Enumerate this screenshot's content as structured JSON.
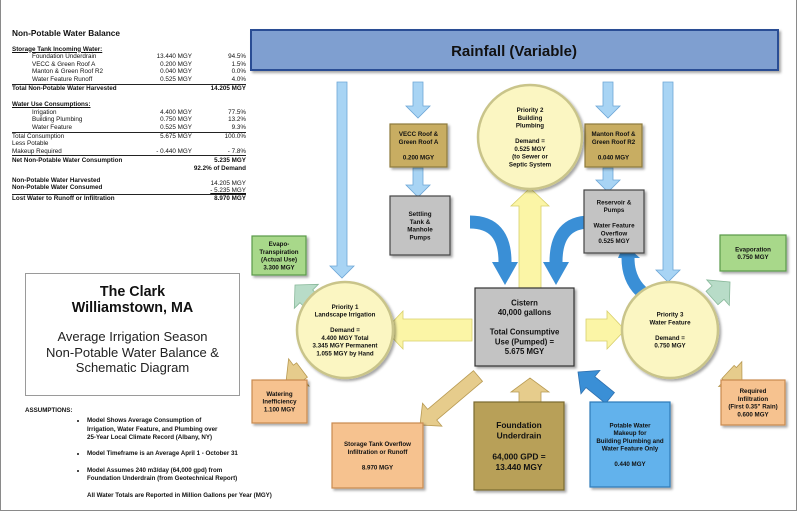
{
  "balance": {
    "title": "Non-Potable Water Balance",
    "incoming": {
      "heading": "Storage Tank Incoming Water:",
      "rows": [
        {
          "label": "Foundation Underdrain",
          "value": "13.440 MGY",
          "pct": "94.5%"
        },
        {
          "label": "VECC & Green Roof A",
          "value": "0.200 MGY",
          "pct": "1.5%"
        },
        {
          "label": "Manton & Green Roof R2",
          "value": "0.040 MGY",
          "pct": "0.0%"
        },
        {
          "label": "Water Feature Runoff",
          "value": "0.525 MGY",
          "pct": "4.0%"
        }
      ],
      "total_label": "Total Non-Potable Water Harvested",
      "total_value": "14.205 MGY"
    },
    "consumption": {
      "heading": "Water Use Consumptions:",
      "rows": [
        {
          "label": "Irrigation",
          "value": "4.400 MGY",
          "pct": "77.5%"
        },
        {
          "label": "Building Plumbing",
          "value": "0.750 MGY",
          "pct": "13.2%"
        },
        {
          "label": "Water Feature",
          "value": "0.525 MGY",
          "pct": "9.3%"
        }
      ],
      "total_label": "Total Consumption",
      "total_value": "5.675 MGY",
      "total_pct": "100.0%",
      "less_label_1": "Less Potable",
      "less_label_2": "Makeup Required",
      "less_value": "- 0.440 MGY",
      "less_pct": "- 7.8%"
    },
    "net": {
      "label": "Net Non-Potable Water Consumption",
      "value": "5.235 MGY",
      "pct_demand": "92.2% of Demand"
    },
    "lost": {
      "harvested_label": "Non-Potable Water Harvested",
      "harvested_value": "14.205 MGY",
      "consumed_label": "Non-Potable Water Consumed",
      "consumed_value": "- 5.235 MGY",
      "lost_label": "Lost Water to Runoff or Infiltration",
      "lost_value": "8.970 MGY"
    }
  },
  "title_box": {
    "line1": "The Clark",
    "line2": "Williamstown, MA",
    "line3": "Average Irrigation Season",
    "line4": "Non-Potable Water Balance &",
    "line5": "Schematic Diagram"
  },
  "assumptions": {
    "heading": "ASSUMPTIONS:",
    "items": [
      [
        "Model Shows Average Consumption of",
        "Irrigation, Water Feature, and Plumbing over",
        "25-Year Local Climate Record (Albany, NY)"
      ],
      [
        "Model Timeframe is an Average April 1 - October 31"
      ],
      [
        "Model Assumes 240 m3/day (64,000 gpd) from",
        "Foundation Underdrain (from Geotechnical Report)"
      ]
    ],
    "note": "All Water Totals are Reported in Million Gallons per Year (MGY)"
  },
  "diagram": {
    "rainfall": "Rainfall (Variable)",
    "vecc": [
      "VECC Roof &",
      "Green Roof A",
      "",
      "0.200 MGY"
    ],
    "manton": [
      "Manton Roof &",
      "Green Roof R2",
      "",
      "0.040 MGY"
    ],
    "priority2": [
      "Priority 2",
      "Building",
      "Plumbing",
      "",
      "Demand =",
      "0.525 MGY",
      "(to Sewer or",
      "Septic System"
    ],
    "settling": [
      "Settling",
      "Tank &",
      "Manhole",
      "Pumps"
    ],
    "reservoir": [
      "Reservoir &",
      "Pumps",
      "",
      "Water Feature",
      "Overflow",
      "0.525 MGY"
    ],
    "evapotranspiration": [
      "Evapo-",
      "Transpiration",
      "(Actual Use)",
      "3.300 MGY"
    ],
    "evaporation": [
      "Evaporation",
      "0.750 MGY"
    ],
    "priority1": [
      "Priority 1",
      "Landscape Irrigation",
      "",
      "Demand =",
      "4.400 MGY Total",
      "3.345 MGY Permanent",
      "1.055 MGY by Hand"
    ],
    "cistern": [
      "Cistern",
      "40,000 gallons",
      "",
      "Total Consumptive",
      "Use (Pumped) =",
      "5.675 MGY"
    ],
    "priority3": [
      "Priority 3",
      "Water Feature",
      "",
      "Demand =",
      "0.750 MGY"
    ],
    "watering": [
      "Watering",
      "Inefficiency",
      "1.100 MGY"
    ],
    "infiltration": [
      "Required",
      "Infiltration",
      "(First 0.35\" Rain)",
      "0.600 MGY"
    ],
    "overflow": [
      "Storage Tank Overflow",
      "Infiltration or Runoff",
      "",
      "8.970 MGY"
    ],
    "foundation": [
      "Foundation",
      "Underdrain",
      "",
      "64,000 GPD =",
      "13.440 MGY"
    ],
    "potable": [
      "Potable Water",
      "Makeup for",
      "Building Plumbing and",
      "Water Feature Only",
      "",
      "0.440 MGY"
    ]
  },
  "colors": {
    "rainfall_fill": "#7f9fd0",
    "rainfall_stroke": "#2c4d94",
    "rain_arrow": "#a8d4f4",
    "roof_box": "#c8ad62",
    "grey_box": "#c3c3c3",
    "circle": "#fbf6c2",
    "yellow_arrow": "#fbf5a6",
    "blue_arrow": "#3a8fd6",
    "green_box": "#a8d88a",
    "green_arrow": "#b8dcc8",
    "orange_box": "#f6c28f",
    "tan_arrow": "#e6cc8c",
    "foundation_box": "#b8a058",
    "potable_box": "#62b2ec"
  }
}
